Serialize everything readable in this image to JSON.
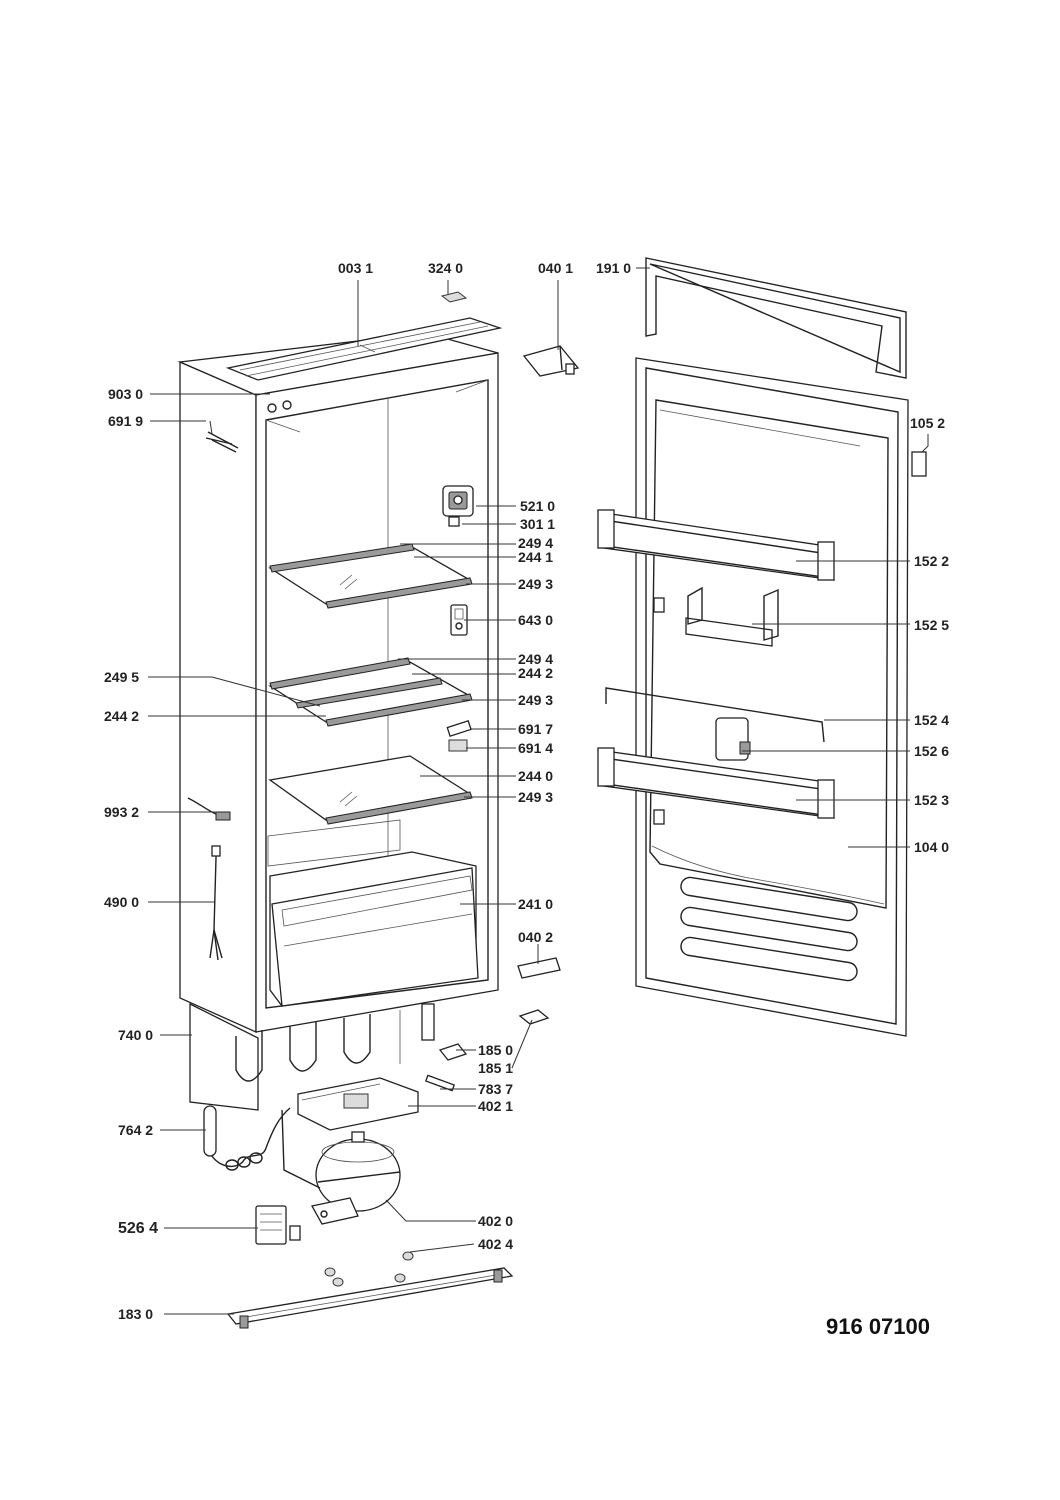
{
  "drawing_number": "916 07100",
  "callouts": {
    "c0031": "003 1",
    "c3240": "324 0",
    "c0401": "040 1",
    "c1910": "191 0",
    "c9030": "903 0",
    "c6919": "691 9",
    "c1052": "105 2",
    "c5210": "521 0",
    "c3011": "301 1",
    "c2494a": "249 4",
    "c2441": "244 1",
    "c2493a": "249 3",
    "c1522": "152 2",
    "c6430": "643 0",
    "c1525": "152 5",
    "c2494b": "249 4",
    "c2442a": "244 2",
    "c2495": "249 5",
    "c2493b": "249 3",
    "c2442b": "244 2",
    "c1524": "152 4",
    "c6917": "691 7",
    "c1526": "152 6",
    "c6914": "691 4",
    "c2440": "244 0",
    "c2493c": "249 3",
    "c1523": "152 3",
    "c9932": "993 2",
    "c1040": "104 0",
    "c4900": "490 0",
    "c2410": "241 0",
    "c0402": "040 2",
    "c7400": "740 0",
    "c1850": "185 0",
    "c1851": "185 1",
    "c7837": "783 7",
    "c4021": "402 1",
    "c7642": "764 2",
    "c4020": "402 0",
    "c5264": "526 4",
    "c4024": "402 4",
    "c1830": "183 0"
  }
}
